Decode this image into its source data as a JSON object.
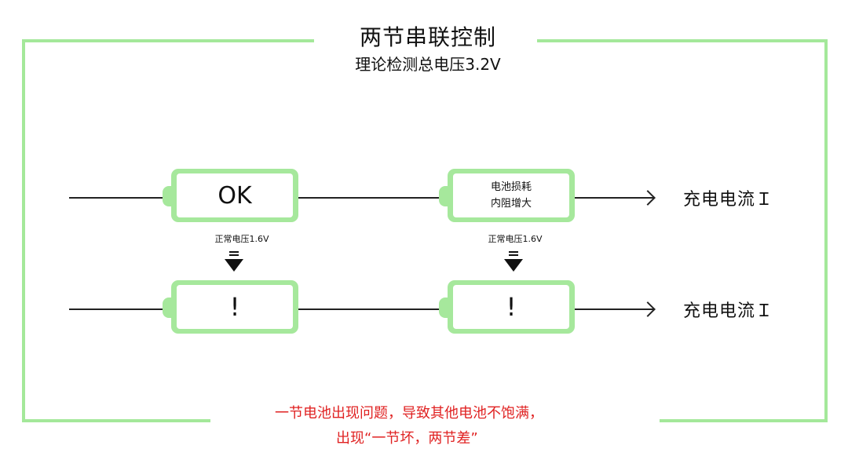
{
  "title": "两节串联控制",
  "subtitle": "理论检测总电压3.2V",
  "row1": {
    "battery_left_label": "OK",
    "battery_right_label": "电池损耗\n内阻增大",
    "voltage_left": "正常电压1.6V",
    "voltage_right": "正常电压1.6V",
    "current_label": "充电电流Ｉ"
  },
  "row2": {
    "battery_left_label": "!",
    "battery_right_label": "!",
    "current_label": "充电电流Ｉ"
  },
  "note": {
    "line1": "一节电池出现问题，导致其他电池不饱满，",
    "line2": "出现“一节坏，两节差”"
  },
  "colors": {
    "frame": "#a4e89a",
    "battery": "#a6e89c",
    "note": "#e02222",
    "wire": "#222222"
  }
}
